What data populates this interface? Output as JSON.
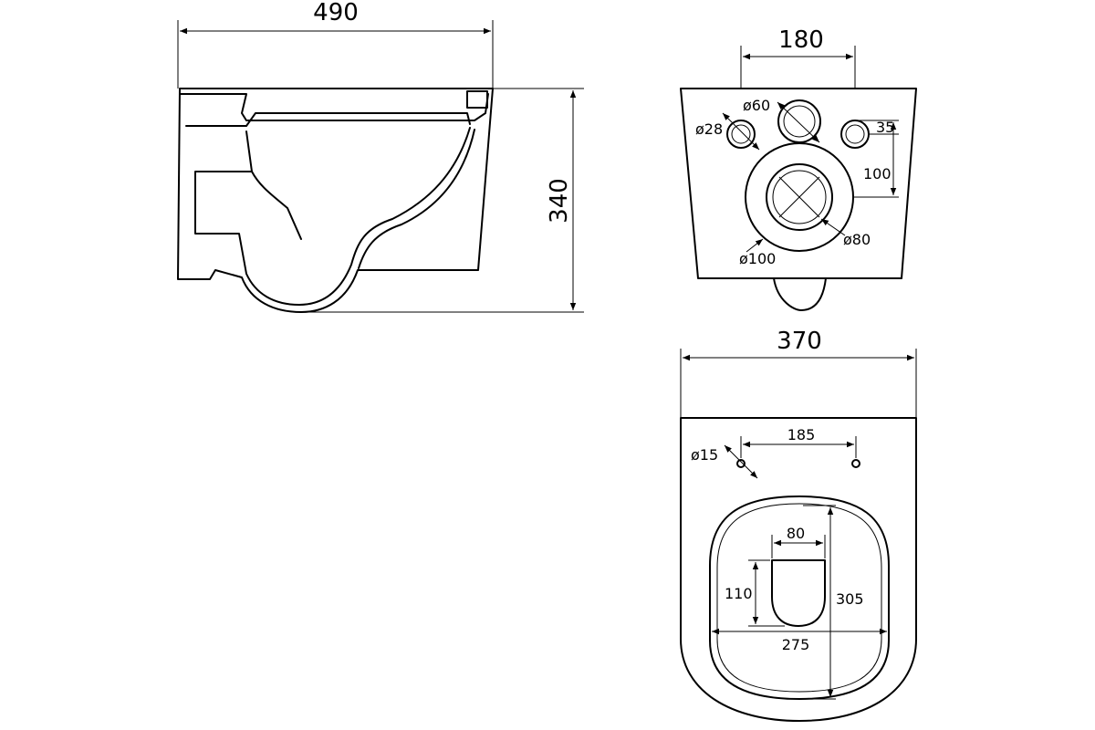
{
  "side_view": {
    "width_label": "490",
    "height_label": "340"
  },
  "rear_view": {
    "spacing_label": "180",
    "d60_label": "ø60",
    "d28_label": "ø28",
    "offset_35_label": "35",
    "offset_100_label": "100",
    "d80_label": "ø80",
    "d100_label": "ø100"
  },
  "top_view": {
    "width_label": "370",
    "hole_spacing_label": "185",
    "d15_label": "ø15",
    "outlet_width_label": "80",
    "outlet_height_label": "110",
    "bowl_length_label": "305",
    "bowl_width_label": "275"
  }
}
